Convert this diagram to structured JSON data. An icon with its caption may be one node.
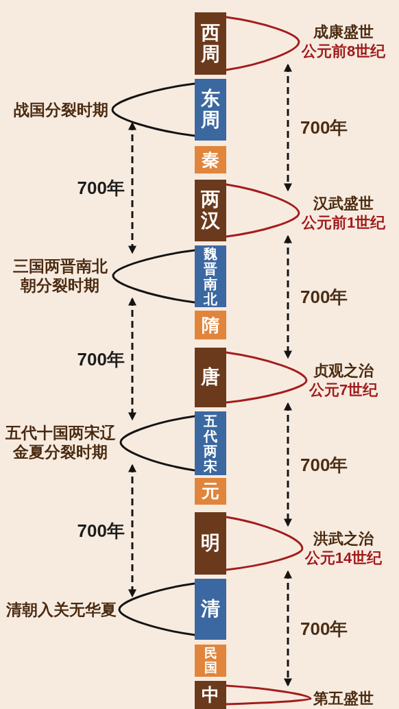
{
  "diagram": {
    "nodes": [
      {
        "text": [
          "西周"
        ]
      },
      {
        "text": [
          "成康盛世",
          "公元前8世纪"
        ]
      },
      {
        "text": [
          "战国分裂时期"
        ]
      },
      {
        "text": [
          "东周"
        ]
      },
      {
        "text": [
          "秦"
        ]
      },
      {
        "text": [
          "两汉"
        ]
      },
      {
        "text": [
          "汉武盛世",
          "公元前1世纪"
        ]
      },
      {
        "text": [
          "三国两晋南北朝分裂时期"
        ]
      },
      {
        "text": [
          "魏晋南北"
        ]
      },
      {
        "text": [
          "隋"
        ]
      },
      {
        "text": [
          "唐"
        ]
      },
      {
        "text": [
          "贞观之治",
          "公元7世纪"
        ]
      },
      {
        "text": [
          "五代十国两宋辽金夏分裂时期"
        ]
      },
      {
        "text": [
          "五代两宋"
        ]
      },
      {
        "text": [
          "元"
        ]
      },
      {
        "text": [
          "明"
        ]
      },
      {
        "text": [
          "洪武之治",
          "公元14世纪"
        ]
      },
      {
        "text": [
          "清朝入关无华夏"
        ]
      },
      {
        "text": [
          "清"
        ]
      },
      {
        "text": [
          "民国"
        ]
      },
      {
        "text": [
          "中"
        ]
      },
      {
        "text": [
          "第五盛世"
        ]
      }
    ],
    "edges": [
      {
        "from": 0,
        "to": 1,
        "arrow": "none",
        "color": "#a31d1d"
      },
      {
        "from": 3,
        "to": 2,
        "arrow": "none"
      },
      {
        "from": 5,
        "to": 6,
        "arrow": "none",
        "color": "#a31d1d"
      },
      {
        "from": 8,
        "to": 7,
        "arrow": "none"
      },
      {
        "from": 10,
        "to": 11,
        "arrow": "none",
        "color": "#a31d1d"
      },
      {
        "from": 13,
        "to": 12,
        "arrow": "none"
      },
      {
        "from": 15,
        "to": 16,
        "arrow": "none",
        "color": "#a31d1d"
      },
      {
        "from": 18,
        "to": 17,
        "arrow": "none"
      },
      {
        "from": 20,
        "to": 21,
        "arrow": "none",
        "color": "#a31d1d"
      },
      {
        "from": 1,
        "to": 6,
        "arrow": "both",
        "style": "dashed",
        "label": "700年"
      },
      {
        "from": 2,
        "to": 7,
        "arrow": "both",
        "style": "dashed",
        "label": "700年"
      },
      {
        "from": 6,
        "to": 11,
        "arrow": "both",
        "style": "dashed",
        "label": "700年"
      },
      {
        "from": 7,
        "to": 12,
        "arrow": "both",
        "style": "dashed",
        "label": "700年"
      },
      {
        "from": 11,
        "to": 16,
        "arrow": "both",
        "style": "dashed",
        "label": "700年"
      },
      {
        "from": 12,
        "to": 17,
        "arrow": "both",
        "style": "dashed",
        "label": "700年"
      },
      {
        "from": 16,
        "to": 21,
        "arrow": "both",
        "style": "dashed",
        "label": "700年"
      }
    ]
  }
}
